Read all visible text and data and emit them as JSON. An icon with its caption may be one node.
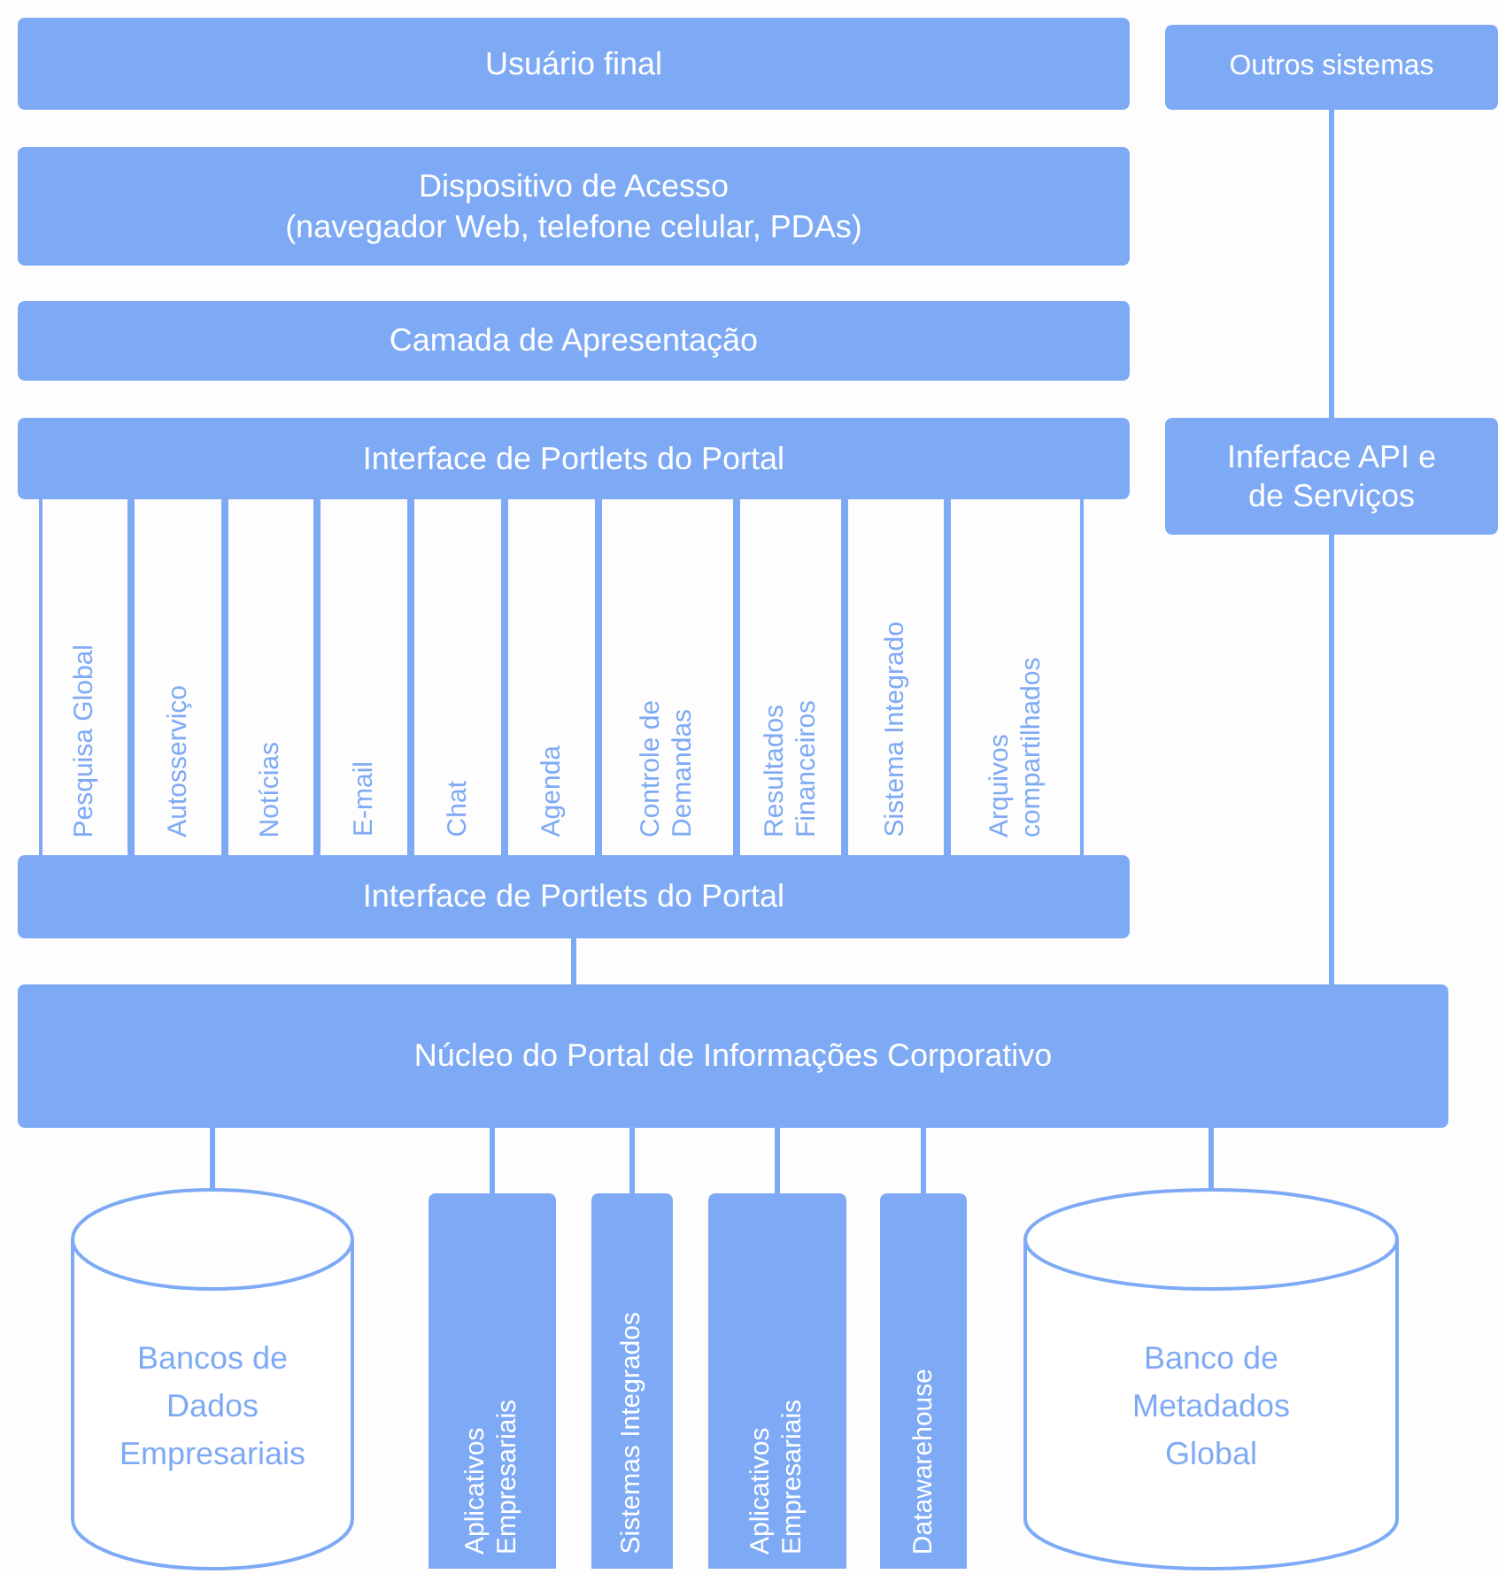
{
  "diagram": {
    "nodes": [
      {
        "text": [
          "Usuário final"
        ]
      },
      {
        "text": [
          "Outros sistemas"
        ]
      },
      {
        "text": [
          "Dispositivo de Acesso",
          "(navegador Web, telefone celular, PDAs)"
        ]
      },
      {
        "text": [
          "Camada de Apresentação"
        ]
      },
      {
        "text": [
          "Interface de Portlets do Portal"
        ]
      },
      {
        "text": [
          "Inferface API e de Serviços"
        ]
      },
      {
        "text": [
          "Pesquisa Global"
        ]
      },
      {
        "text": [
          "Autosserviço"
        ]
      },
      {
        "text": [
          "Notícias"
        ]
      },
      {
        "text": [
          "E-mail"
        ]
      },
      {
        "text": [
          "Chat"
        ]
      },
      {
        "text": [
          "Agenda"
        ]
      },
      {
        "text": [
          "Controle de Demandas"
        ]
      },
      {
        "text": [
          "Resultados Financeiros"
        ]
      },
      {
        "text": [
          "Sistema Integrado"
        ]
      },
      {
        "text": [
          "Arquivos compartilhados"
        ]
      },
      {
        "text": [
          "Interface de Portlets do Portal"
        ]
      },
      {
        "text": [
          "Núcleo do Portal de Informações Corporativo"
        ]
      },
      {
        "text": [
          "Bancos de Dados Empresariais"
        ]
      },
      {
        "text": [
          "Aplicativos Empresariais"
        ]
      },
      {
        "text": [
          "Sistemas Integrados"
        ]
      },
      {
        "text": [
          "Aplicativos Empresariais"
        ]
      },
      {
        "text": [
          "Datawarehouse"
        ]
      },
      {
        "text": [
          "Banco de Metadados Global"
        ]
      }
    ],
    "edges": [
      {
        "from": 1,
        "to": 5,
        "arrow": "none"
      },
      {
        "from": 16,
        "to": 17,
        "arrow": "none"
      },
      {
        "from": 5,
        "to": 17,
        "arrow": "none"
      },
      {
        "from": 17,
        "to": 18,
        "arrow": "none"
      },
      {
        "from": 17,
        "to": 19,
        "arrow": "none"
      },
      {
        "from": 17,
        "to": 20,
        "arrow": "none"
      },
      {
        "from": 17,
        "to": 21,
        "arrow": "none"
      },
      {
        "from": 17,
        "to": 22,
        "arrow": "none"
      },
      {
        "from": 17,
        "to": 23,
        "arrow": "none"
      }
    ]
  }
}
